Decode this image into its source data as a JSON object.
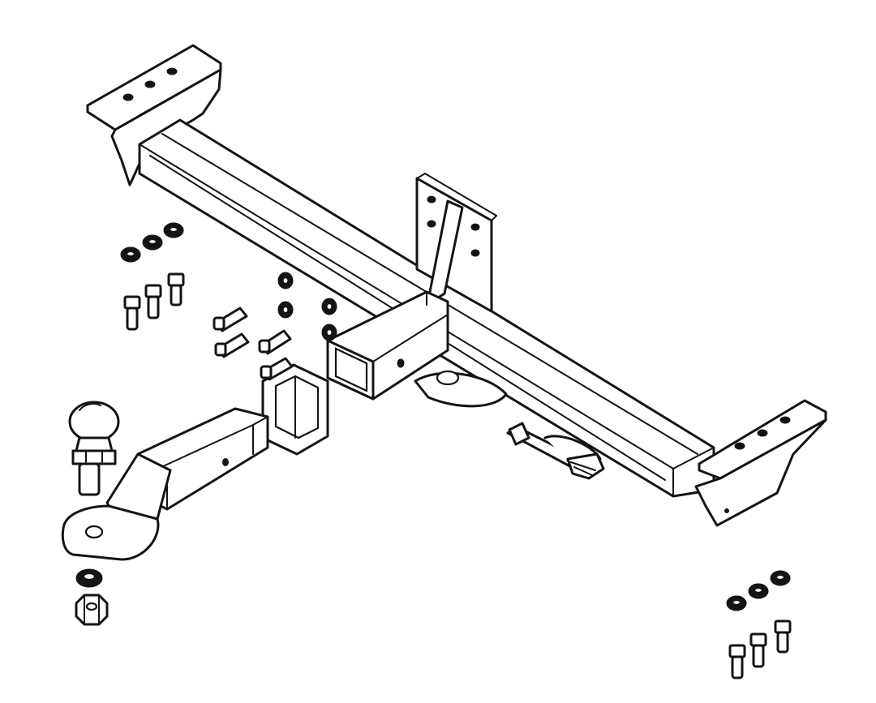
{
  "diagram": {
    "kind": "exploded parts drawing",
    "line_color": "#141414",
    "background": "#ffffff",
    "parts": [
      {
        "id": "crossbar",
        "icon": "tow-bar-crossbar"
      },
      {
        "id": "left-mounting-bracket",
        "icon": "mounting-plate"
      },
      {
        "id": "right-mounting-bracket",
        "icon": "mounting-plate"
      },
      {
        "id": "center-bracket",
        "icon": "gusset-plate"
      },
      {
        "id": "receiver-tube",
        "icon": "square-receiver"
      },
      {
        "id": "safety-chain-loop",
        "icon": "chain-loop"
      },
      {
        "id": "receiver-collar",
        "icon": "square-collar"
      },
      {
        "id": "ball-mount-shank",
        "icon": "ball-mount"
      },
      {
        "id": "tow-ball",
        "icon": "tow-ball"
      },
      {
        "id": "ball-lock-washer",
        "icon": "washer"
      },
      {
        "id": "ball-nut",
        "icon": "hex-nut"
      },
      {
        "id": "hitch-pin-and-clip",
        "icon": "hitch-pin"
      },
      {
        "id": "fastener-set-left",
        "icon": "bolts-and-washers"
      },
      {
        "id": "fastener-set-center",
        "icon": "bolts-and-washers"
      },
      {
        "id": "fastener-set-right",
        "icon": "bolts-and-washers"
      }
    ]
  }
}
